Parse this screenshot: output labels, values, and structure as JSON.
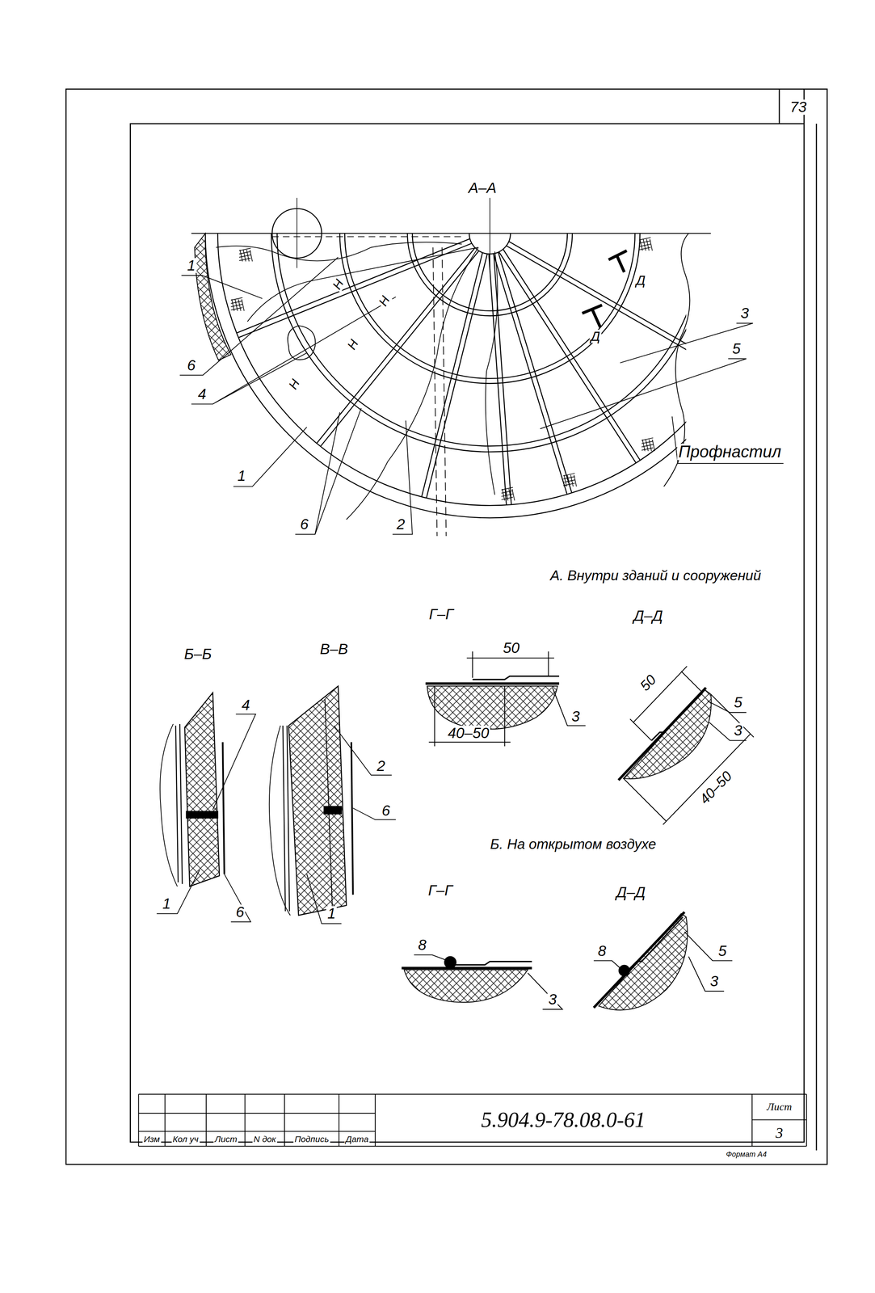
{
  "diagram": {
    "labels": [
      "73",
      "А–А",
      "1",
      "Н",
      "Н",
      "Н",
      "Н",
      "Д",
      "Д",
      "6",
      "4",
      "1",
      "6",
      "2",
      "3",
      "5",
      "Профнастил",
      "А. Внутри зданий и сооружений",
      "Б–Б",
      "В–В",
      "4",
      "2",
      "6",
      "1",
      "6",
      "1",
      "Г–Г",
      "50",
      "40–50",
      "3",
      "Д–Д",
      "50",
      "5",
      "3",
      "40–50",
      "Б. На открытом воздухе",
      "Г–Г",
      "Д–Д",
      "8",
      "3",
      "8",
      "5",
      "3",
      "Изм",
      "Кол уч",
      "Лист",
      "N док",
      "Подпись",
      "Дата",
      "5.904.9-78.08.0-61",
      "Лист",
      "3",
      "Формат А4"
    ]
  }
}
